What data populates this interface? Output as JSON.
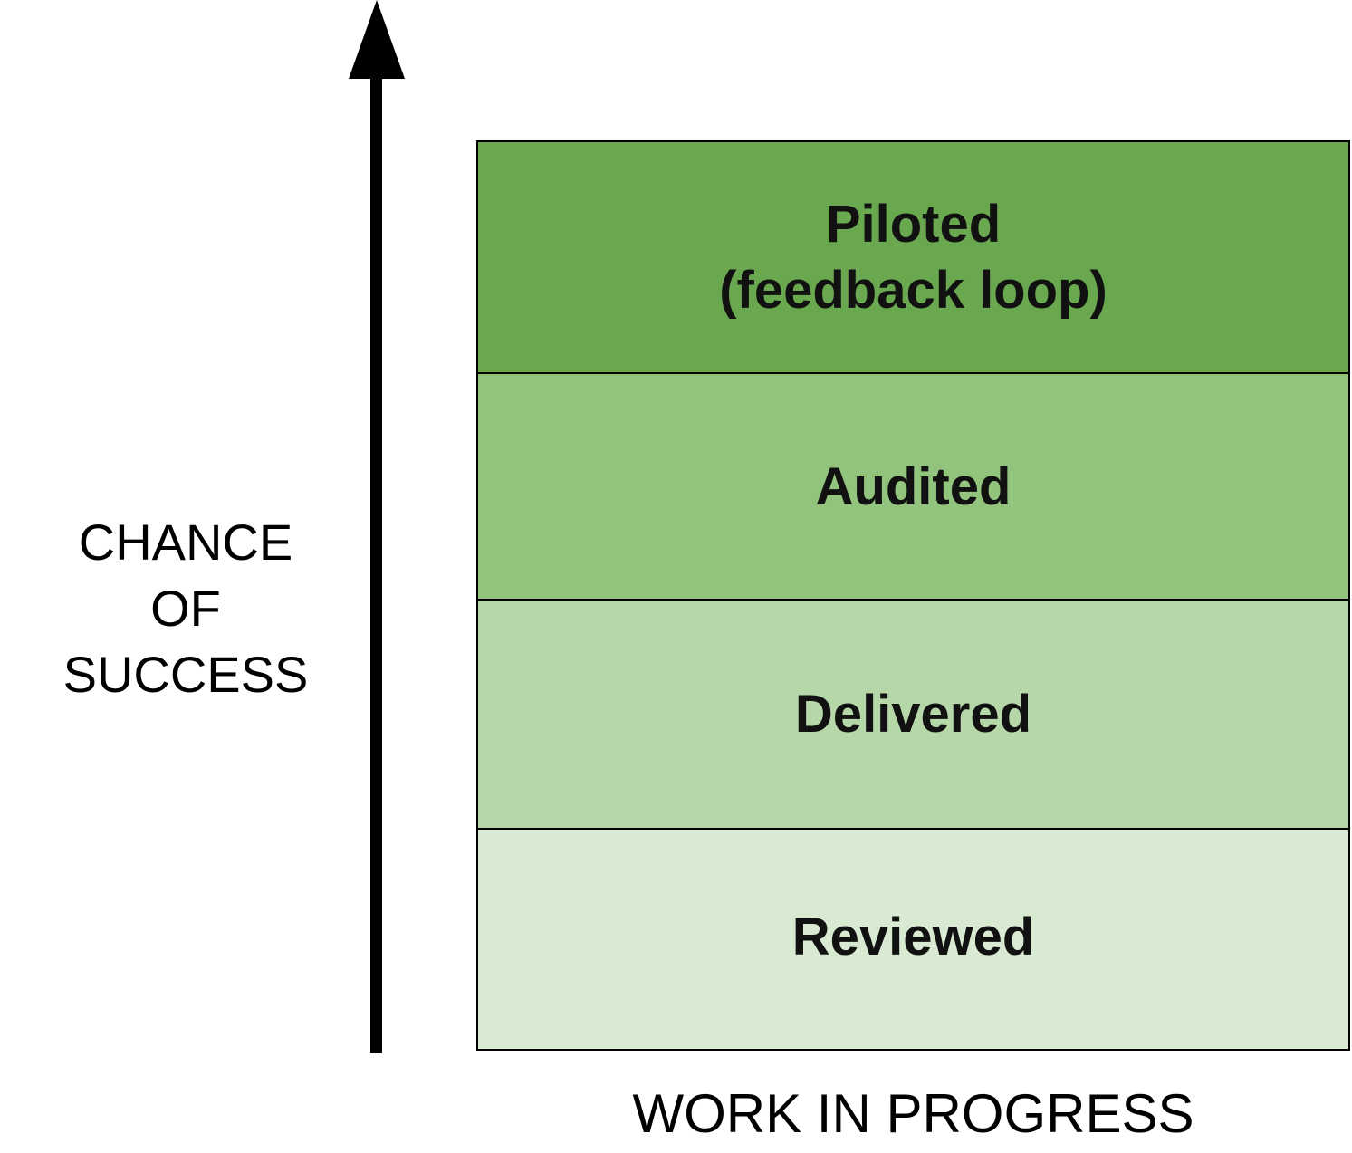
{
  "y_axis_label": "CHANCE\nOF\nSUCCESS",
  "x_axis_label": "WORK IN PROGRESS",
  "levels": [
    {
      "label": "Piloted\n(feedback loop)",
      "color": "#6aa84f"
    },
    {
      "label": "Audited",
      "color": "#93c47d"
    },
    {
      "label": "Delivered",
      "color": "#b6d7a8"
    },
    {
      "label": "Reviewed",
      "color": "#d9ead3"
    }
  ],
  "colors": {
    "arrow": "#000000",
    "border": "#000000"
  }
}
